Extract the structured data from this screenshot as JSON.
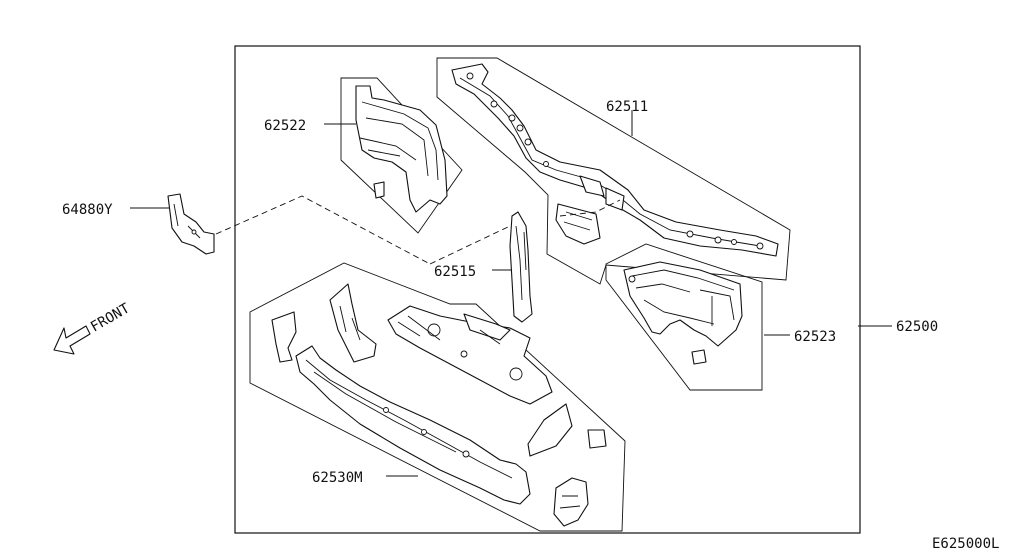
{
  "diagram": {
    "part_labels": {
      "p62522": "62522",
      "p62511": "62511",
      "p64880Y": "64880Y",
      "p62515": "62515",
      "p62500": "62500",
      "p62523": "62523",
      "p62530M": "62530M"
    },
    "front_label": "FRONT",
    "figure_code": "E625000L"
  }
}
